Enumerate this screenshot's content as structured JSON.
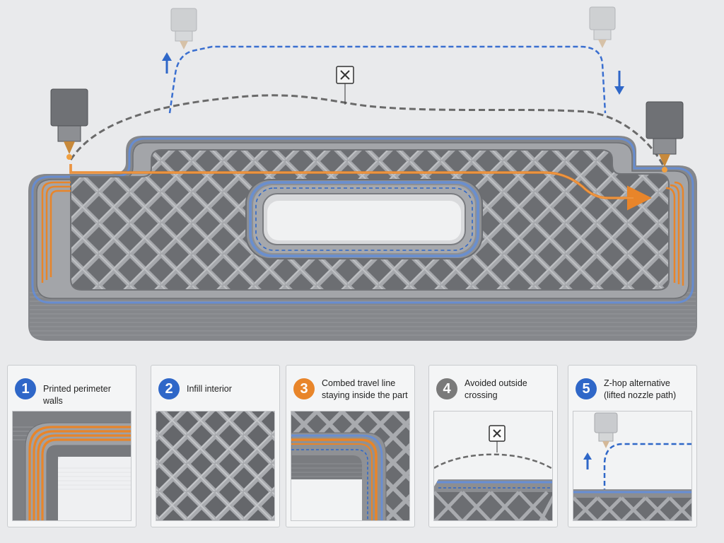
{
  "colors": {
    "plastic": "#8b8d91",
    "plastic_dark": "#6f7175",
    "plastic_light": "#a8aaae",
    "perimeter": "#e8852a",
    "travel_blue": "#3a6fd0",
    "avoided_gray": "#6a6a6a",
    "badge_blue": "#2f67c8",
    "badge_orange": "#e8852a",
    "badge_gray": "#7a7a7a"
  },
  "icons": {
    "nozzle": "print-nozzle-icon",
    "arrow_up": "arrow-up-icon",
    "arrow_down": "arrow-down-icon",
    "crossing_marker": "x-box-icon"
  },
  "panels": [
    {
      "number": "1",
      "badge_color": "#2f67c8",
      "caption": "Printed perimeter walls"
    },
    {
      "number": "2",
      "badge_color": "#2f67c8",
      "caption": "Infill interior"
    },
    {
      "number": "3",
      "badge_color": "#e8852a",
      "caption": "Combed travel line staying inside the part"
    },
    {
      "number": "4",
      "badge_color": "#7a7a7a",
      "caption": "Avoided outside crossing"
    },
    {
      "number": "5",
      "badge_color": "#2f67c8",
      "caption": "Z-hop alternative (lifted nozzle path)"
    }
  ],
  "marker_symbol": "✕"
}
